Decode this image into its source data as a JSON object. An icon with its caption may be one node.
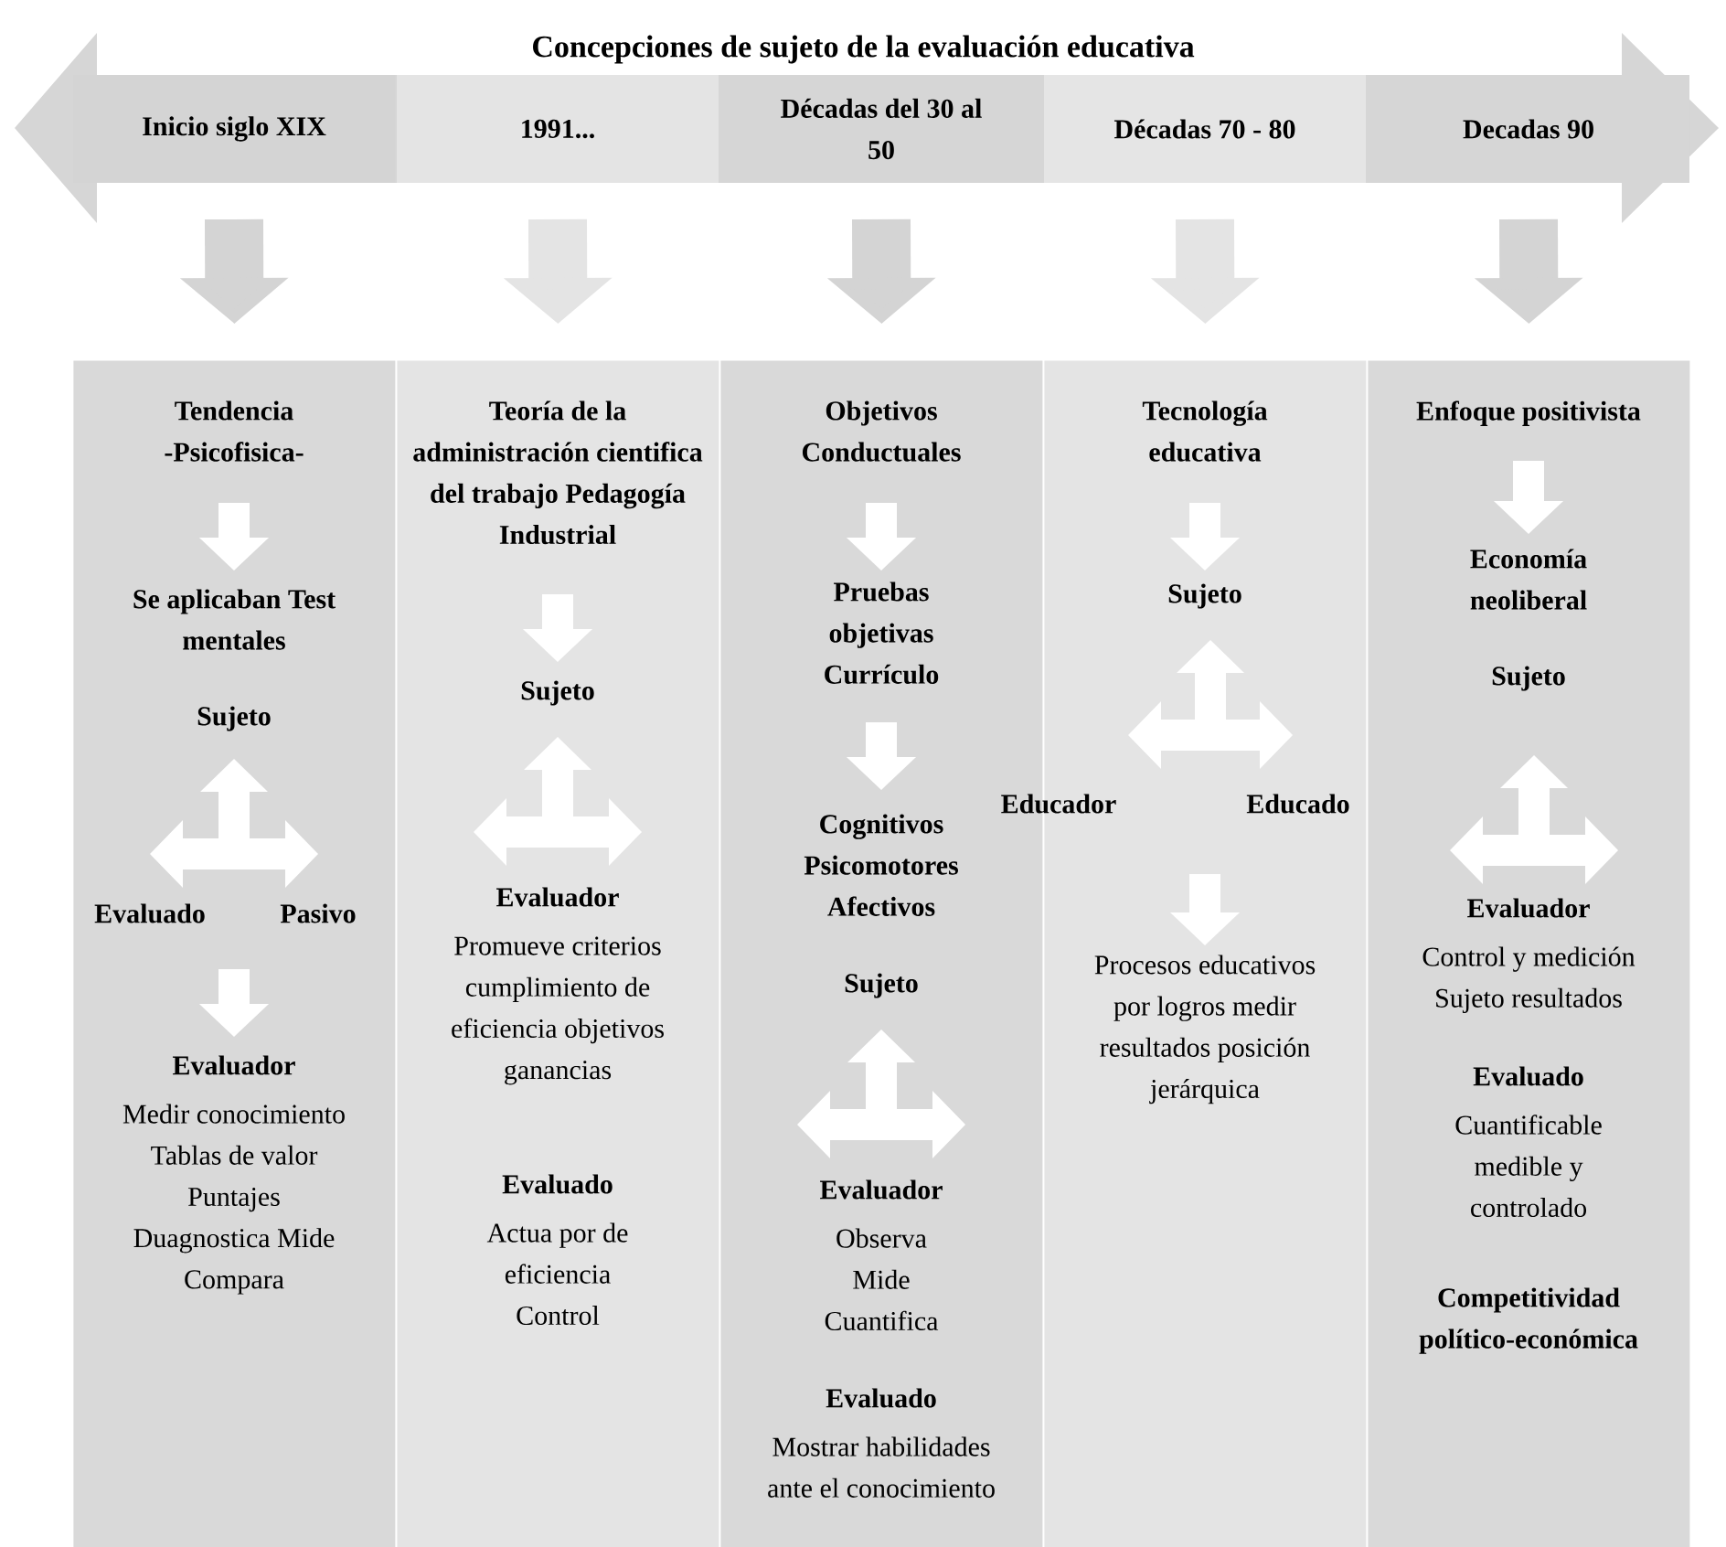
{
  "diagram": {
    "title": "Concepciones de sujeto de la evaluación educativa",
    "nodes": [
      {
        "text": [
          "Inicio siglo XIX"
        ]
      },
      {
        "text": [
          "1991..."
        ]
      },
      {
        "text": [
          "Décadas del 30 al 50"
        ]
      },
      {
        "text": [
          "Décadas 70 - 80"
        ]
      },
      {
        "text": [
          "Decadas 90"
        ]
      },
      {
        "text": [],
        "shape": "box"
      },
      {
        "text": [
          "Tendencia -Psicofisica-"
        ],
        "in": 5
      },
      {
        "text": [
          "Se aplicaban Test mentales"
        ],
        "in": 5
      },
      {
        "text": [
          "Sujeto"
        ],
        "in": 5
      },
      {
        "text": [],
        "shape": "arrow",
        "in": 5
      },
      {
        "text": [
          "Evaluado"
        ],
        "in": 5
      },
      {
        "text": [
          "Pasivo"
        ],
        "in": 5
      },
      {
        "text": [
          "Evaluador",
          "Medir conocimiento Tablas de valor Puntajes Duagnostica Mide Compara"
        ],
        "in": 5
      },
      {
        "text": [],
        "shape": "box"
      },
      {
        "text": [
          "Teoría de la administración cientifica del trabajo Pedagogía Industrial"
        ],
        "in": 13
      },
      {
        "text": [
          "Sujeto"
        ],
        "in": 13
      },
      {
        "text": [],
        "shape": "arrow",
        "in": 13
      },
      {
        "text": [
          "Evaluador",
          "Promueve criterios cumplimiento de eficiencia objetivos ganancias"
        ],
        "in": 13
      },
      {
        "text": [
          "Evaluado",
          "Actua por de eficiencia Control"
        ],
        "in": 13
      },
      {
        "text": [],
        "shape": "box"
      },
      {
        "text": [
          "Objetivos Conductuales"
        ],
        "in": 19
      },
      {
        "text": [
          "Pruebas objetivas Currículo"
        ],
        "in": 19
      },
      {
        "text": [
          "Cognitivos Psicomotores Afectivos"
        ],
        "in": 19
      },
      {
        "text": [
          "Sujeto"
        ],
        "in": 19
      },
      {
        "text": [],
        "shape": "arrow",
        "in": 19
      },
      {
        "text": [
          "Evaluador",
          "Observa Mide Cuantifica"
        ],
        "in": 19
      },
      {
        "text": [
          "Evaluado",
          "Mostrar habilidades ante el conocimiento"
        ],
        "in": 19
      },
      {
        "text": [],
        "shape": "box"
      },
      {
        "text": [
          "Tecnología educativa"
        ],
        "in": 27
      },
      {
        "text": [
          "Sujeto"
        ],
        "in": 27
      },
      {
        "text": [],
        "shape": "arrow",
        "in": 27
      },
      {
        "text": [
          "Educador"
        ],
        "in": 27
      },
      {
        "text": [
          "Educado"
        ],
        "in": 27
      },
      {
        "text": [
          "Procesos educativos por logros medir resultados posición jerárquica"
        ],
        "in": 27
      },
      {
        "text": [],
        "shape": "box"
      },
      {
        "text": [
          "Enfoque positivista"
        ],
        "in": 34
      },
      {
        "text": [
          "Economía neoliberal"
        ],
        "in": 34
      },
      {
        "text": [
          "Sujeto"
        ],
        "in": 34
      },
      {
        "text": [],
        "shape": "arrow",
        "in": 34
      },
      {
        "text": [
          "Evaluador",
          "Control y medición Sujeto resultados"
        ],
        "in": 34
      },
      {
        "text": [
          "Evaluado",
          "Cuantificable medible y controlado"
        ],
        "in": 34
      },
      {
        "text": [
          "Competitividad político-económica"
        ],
        "in": 34
      }
    ],
    "edges": [
      {
        "from": 0,
        "to": 5,
        "arrow": "to",
        "style": "thick",
        "color": "#d4d4d4"
      },
      {
        "from": 1,
        "to": 13,
        "arrow": "to",
        "style": "thick",
        "color": "#e4e4e4"
      },
      {
        "from": 2,
        "to": 19,
        "arrow": "to",
        "style": "thick",
        "color": "#d4d4d4"
      },
      {
        "from": 3,
        "to": 27,
        "arrow": "to",
        "style": "thick",
        "color": "#e4e4e4"
      },
      {
        "from": 4,
        "to": 34,
        "arrow": "to",
        "style": "thick",
        "color": "#d4d4d4"
      },
      {
        "from": 6,
        "to": 7,
        "arrow": "to"
      },
      {
        "from": null,
        "to": 12,
        "arrow": "to"
      },
      {
        "from": 14,
        "to": 15,
        "arrow": "to"
      },
      {
        "from": 20,
        "to": 21,
        "arrow": "to"
      },
      {
        "from": 21,
        "to": 22,
        "arrow": "to"
      },
      {
        "from": 28,
        "to": 29,
        "arrow": "to"
      },
      {
        "from": null,
        "to": 33,
        "arrow": "to"
      },
      {
        "from": 35,
        "to": 36,
        "arrow": "to"
      }
    ]
  }
}
